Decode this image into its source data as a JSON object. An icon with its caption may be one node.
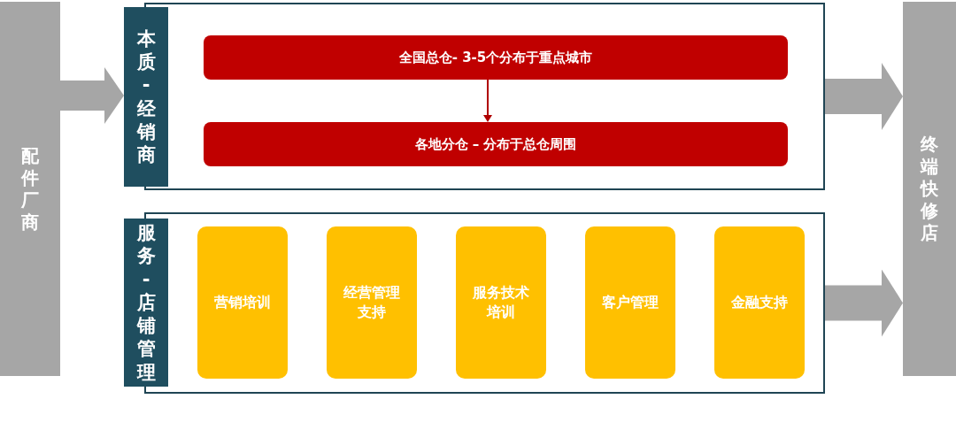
{
  "diagram": {
    "nodes": [
      {
        "text": [
          "配件厂商"
        ]
      },
      {
        "text": [
          "本质 - 经销商"
        ]
      },
      {
        "text": [
          "全国总仓- 3-5个分布于重点城市"
        ],
        "in": 1
      },
      {
        "text": [
          "各地分仓 – 分布于总仓周围"
        ],
        "in": 1
      },
      {
        "text": [
          "服务 - 店铺管理"
        ]
      },
      {
        "text": [
          "营销培训"
        ],
        "in": 4
      },
      {
        "text": [
          "经营管理支持"
        ],
        "in": 4
      },
      {
        "text": [
          "服务技术培训"
        ],
        "in": 4
      },
      {
        "text": [
          "客户管理"
        ],
        "in": 4
      },
      {
        "text": [
          "金融支持"
        ],
        "in": 4
      },
      {
        "text": [
          "终端快修店"
        ]
      }
    ],
    "edges": [
      {
        "from": 2,
        "to": 3,
        "arrow": "to",
        "color": "#b00000"
      },
      {
        "from": 0,
        "to": 1,
        "arrow": "to"
      },
      {
        "from": 1,
        "to": 10,
        "arrow": "to"
      },
      {
        "from": 4,
        "to": 10,
        "arrow": "to"
      }
    ]
  }
}
